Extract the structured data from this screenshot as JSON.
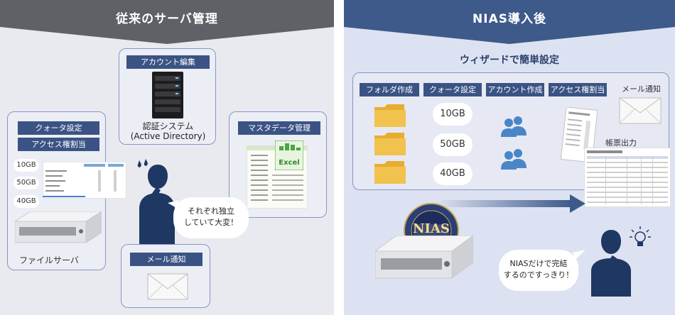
{
  "left": {
    "title": "従来のサーバ管理",
    "account": {
      "label": "アカウント編集",
      "caption_line1": "認証システム",
      "caption_line2": "(Active Directory)"
    },
    "file_server": {
      "quota_label": "クォータ設定",
      "access_label": "アクセス権割当",
      "quotas": [
        "10GB",
        "50GB",
        "40GB"
      ],
      "caption": "ファイルサーバ"
    },
    "master": {
      "label": "マスタデータ管理",
      "excel_text": "Excel"
    },
    "mail": {
      "label": "メール通知"
    },
    "bubble": {
      "line1": "それぞれ独立",
      "line2": "していて大変！"
    }
  },
  "right": {
    "title": "NIAS導入後",
    "subtitle": "ウィザードで簡単設定",
    "steps": [
      "フォルダ作成",
      "クォータ設定",
      "アカウント作成",
      "アクセス権割当"
    ],
    "quotas": [
      "10GB",
      "50GB",
      "40GB"
    ],
    "mail_label": "メール通知",
    "report_label": "帳票出力",
    "logo_text": "NIAS",
    "bubble": {
      "line1": "NIASだけで完結",
      "line2": "するのですっきり！"
    }
  },
  "colors": {
    "left_banner": "#5e6166",
    "right_banner": "#3d5a8a",
    "tag": "#3b5384",
    "user_icon": "#4a86c7",
    "folder": "#f2c24f"
  }
}
